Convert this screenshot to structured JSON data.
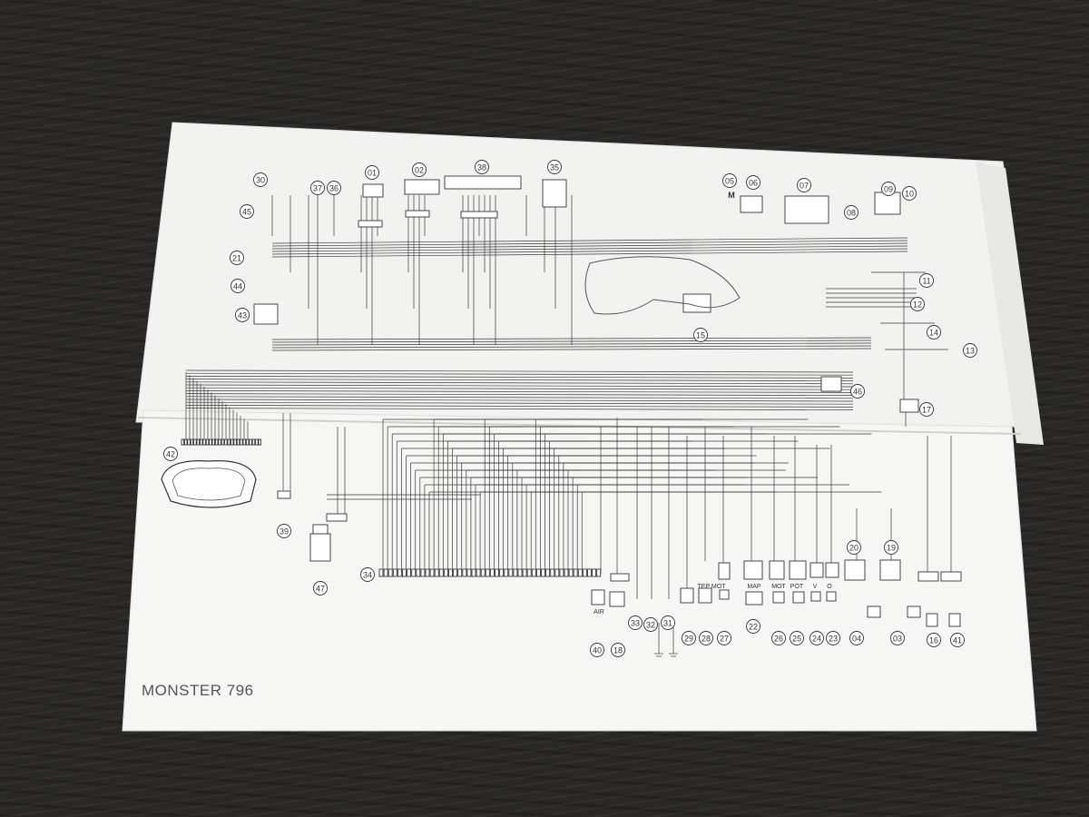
{
  "document": {
    "caption": "MONSTER 796",
    "component_numbers": [
      "01",
      "02",
      "03",
      "04",
      "05",
      "06",
      "07",
      "08",
      "09",
      "10",
      "11",
      "12",
      "13",
      "14",
      "15",
      "16",
      "17",
      "18",
      "19",
      "20",
      "21",
      "22",
      "23",
      "24",
      "25",
      "26",
      "27",
      "28",
      "29",
      "30",
      "31",
      "32",
      "33",
      "34",
      "35",
      "36",
      "37",
      "38",
      "39",
      "40",
      "41",
      "42",
      "43",
      "44",
      "45",
      "46",
      "47"
    ],
    "connector_labels": {
      "air": "AIR",
      "tep_mot": "TEP MOT",
      "map": "MAP",
      "mot": "MOT",
      "pot": "POT",
      "v": "V",
      "o": "O"
    },
    "motor_symbol": "M"
  },
  "colors": {
    "paper": "#f4f4f2",
    "line": "#3a3a3a",
    "background": "#2a2826"
  }
}
